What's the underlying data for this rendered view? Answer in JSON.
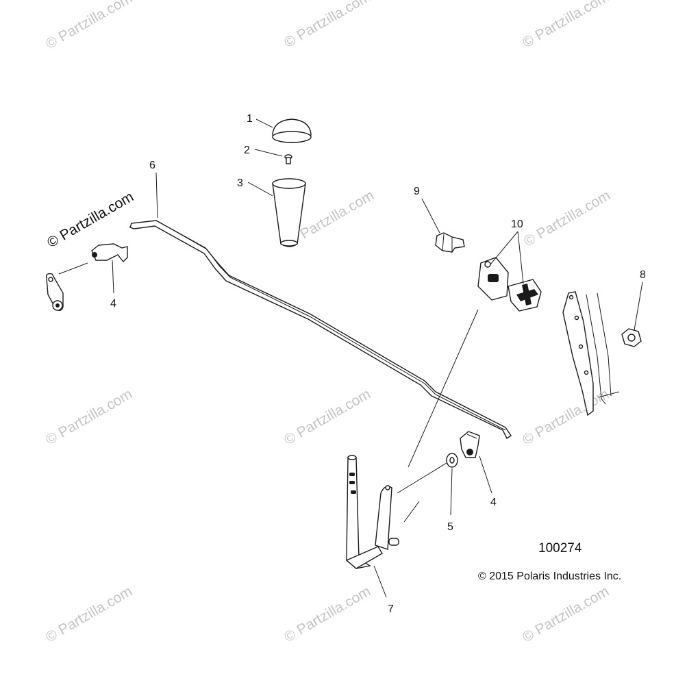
{
  "diagram": {
    "part_number": "100274",
    "copyright": "© 2015 Polaris Industries Inc.",
    "watermark": "© Partzilla.com",
    "callouts": [
      "1",
      "2",
      "3",
      "4",
      "4",
      "5",
      "6",
      "7",
      "8",
      "9",
      "10"
    ],
    "parts": [
      {
        "id": "1",
        "name": "knob-cap-icon"
      },
      {
        "id": "2",
        "name": "screw-icon"
      },
      {
        "id": "3",
        "name": "shift-knob-icon"
      },
      {
        "id": "4",
        "name": "pivot-clip-icon"
      },
      {
        "id": "5",
        "name": "washer-icon"
      },
      {
        "id": "6",
        "name": "shift-rod-icon"
      },
      {
        "id": "7",
        "name": "shift-lever-icon"
      },
      {
        "id": "8",
        "name": "nut-icon"
      },
      {
        "id": "9",
        "name": "bolt-icon"
      },
      {
        "id": "10",
        "name": "bushing-icon"
      }
    ]
  }
}
